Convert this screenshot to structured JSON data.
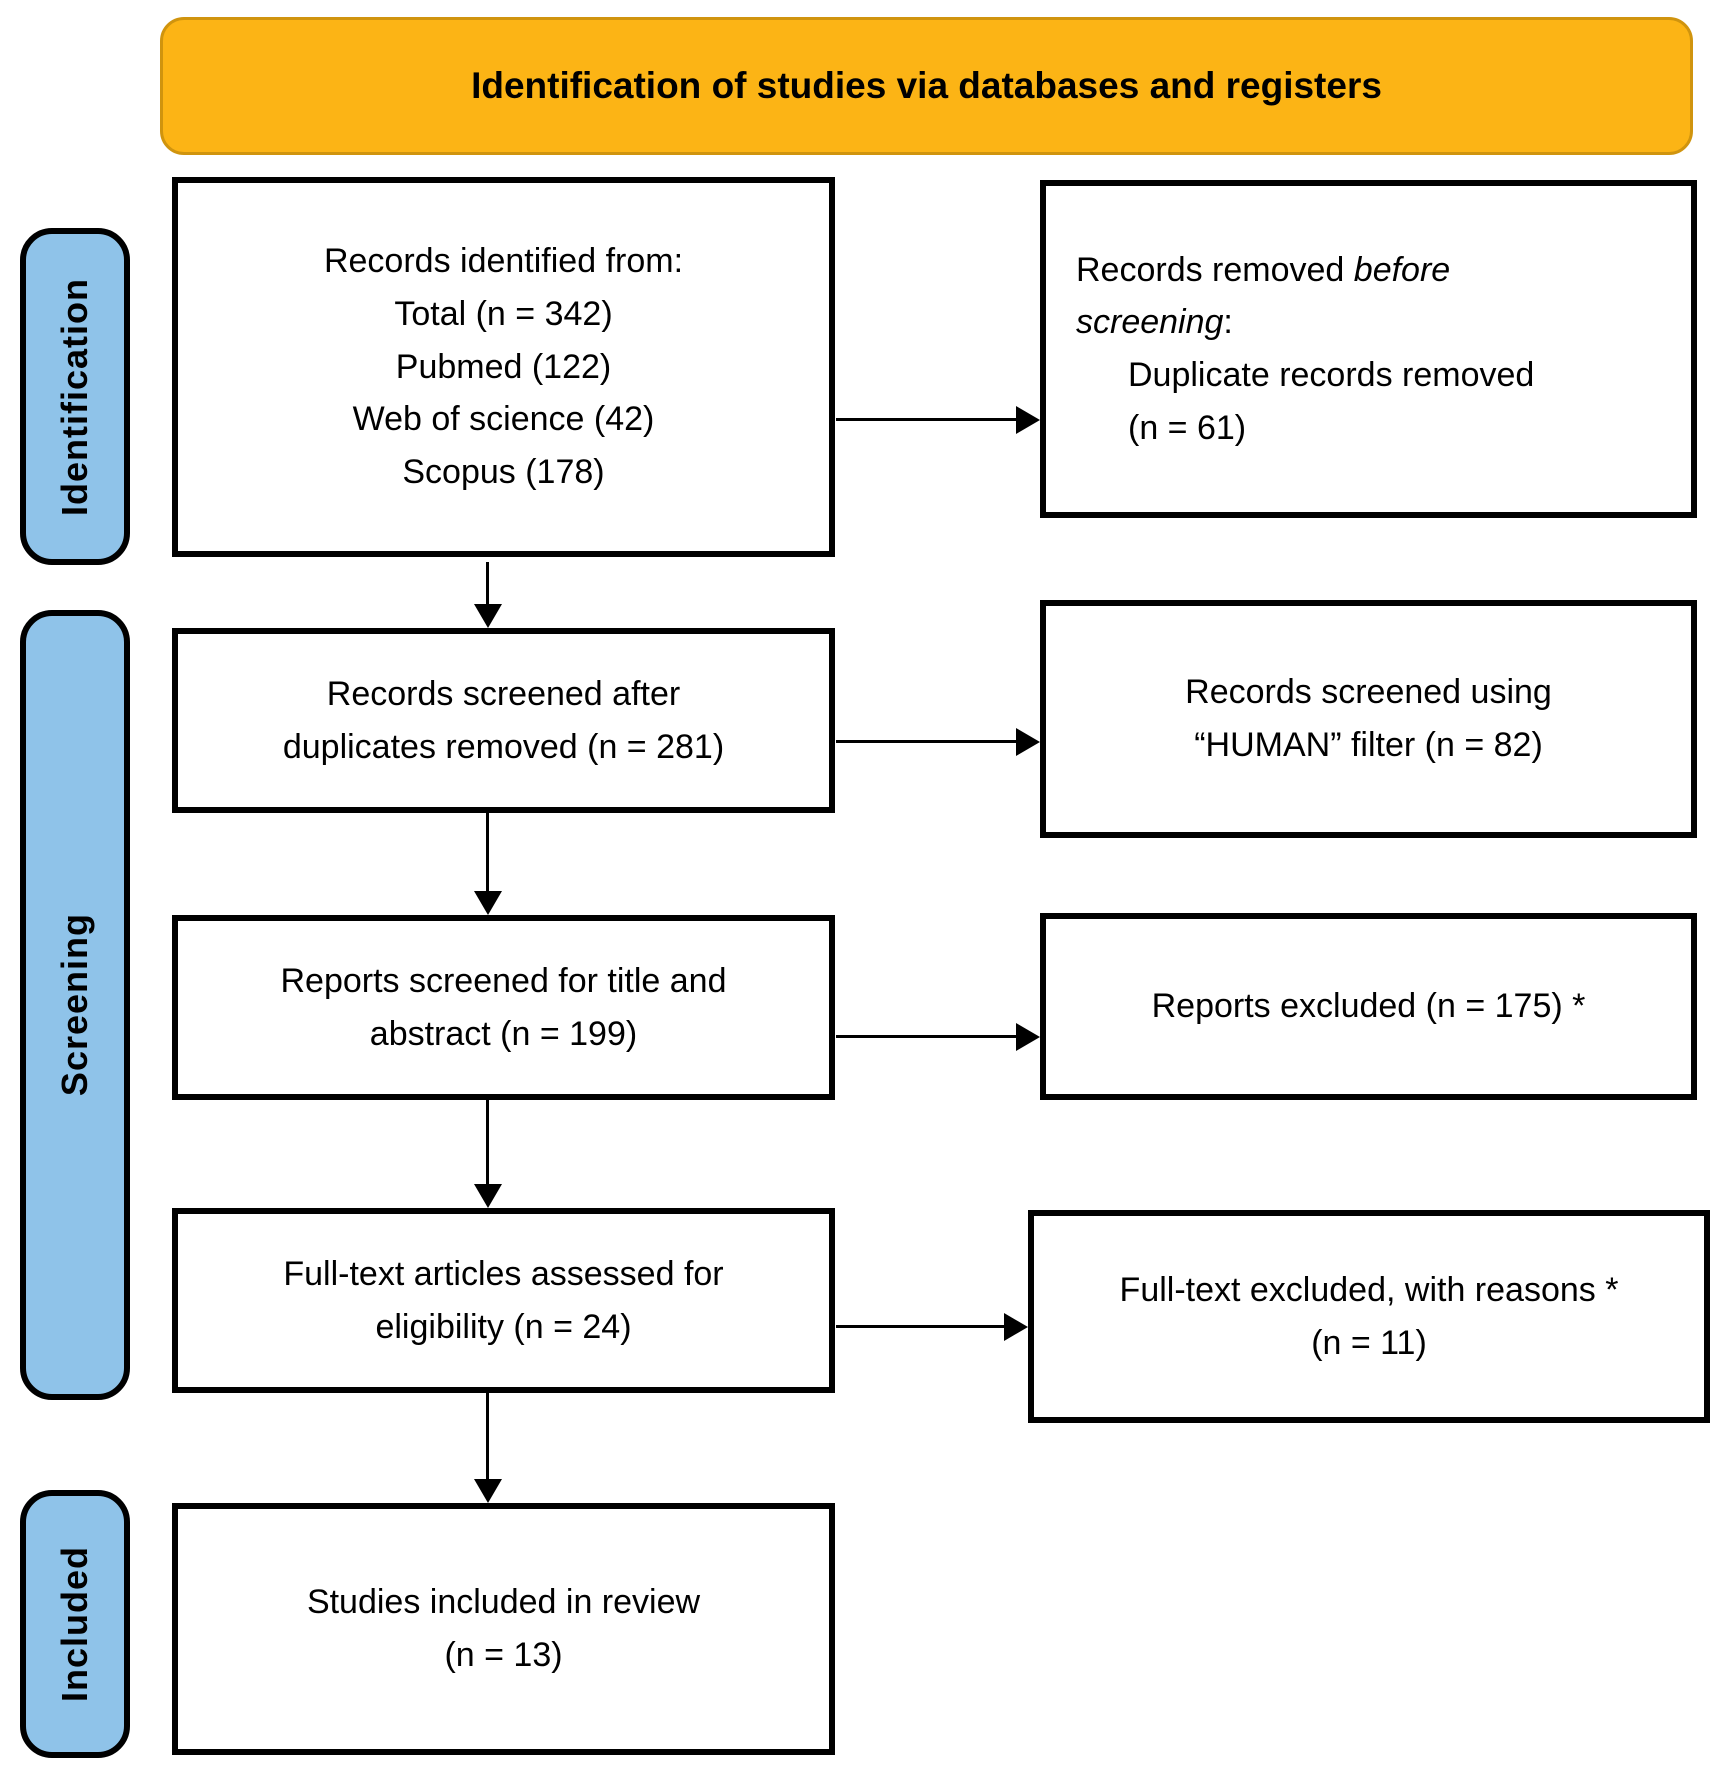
{
  "banner": {
    "title": "Identification of studies via databases and registers"
  },
  "stages": {
    "identification": "Identification",
    "screening": "Screening",
    "included": "Included"
  },
  "boxes": {
    "identified": {
      "lines": [
        "Records identified from:",
        "Total (n = 342)",
        "Pubmed (122)",
        "Web of science (42)",
        "Scopus (178)"
      ]
    },
    "screened": {
      "lines": [
        "Records screened after",
        "duplicates removed (n = 281)"
      ]
    },
    "title_abstract": {
      "lines": [
        "Reports screened for title and",
        "abstract (n = 199)"
      ]
    },
    "fulltext": {
      "lines": [
        "Full-text articles assessed for",
        "eligibility (n = 24)"
      ]
    },
    "included": {
      "lines": [
        "Studies included in review",
        "(n = 13)"
      ]
    }
  },
  "side_boxes": {
    "removed_before": {
      "line1_prefix": "Records removed ",
      "line1_italic": "before",
      "line2_italic": "screening",
      "line2_suffix": ":",
      "line3": "Duplicate records removed",
      "line4": "(n = 61)"
    },
    "human_filter": {
      "lines": [
        "Records screened using",
        "“HUMAN” filter (n = 82)"
      ]
    },
    "reports_excluded": {
      "lines": [
        "Reports excluded (n = 175) *"
      ]
    },
    "fulltext_excluded": {
      "lines": [
        "Full-text excluded, with reasons *",
        "(n = 11)"
      ]
    }
  },
  "colors": {
    "banner_bg": "#FCB415",
    "banner_border": "#D0940E",
    "stage_bg": "#8FC3E9",
    "box_border": "#000000"
  }
}
